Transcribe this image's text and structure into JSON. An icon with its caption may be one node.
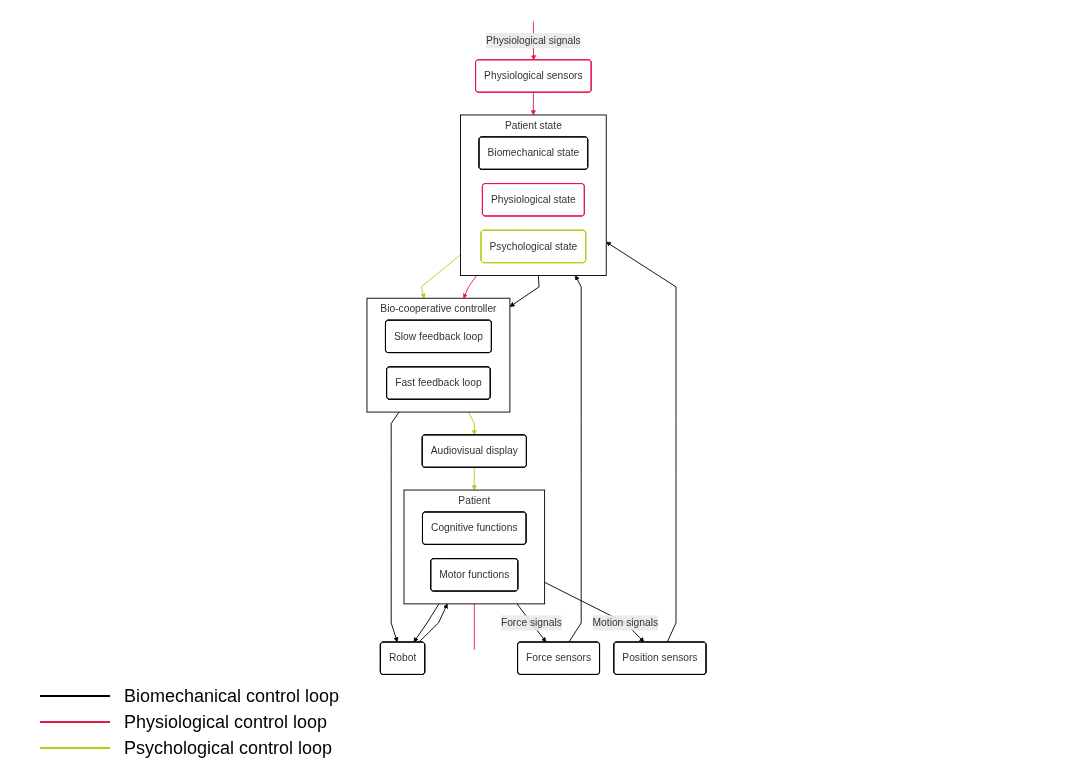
{
  "diagram": {
    "nodes": [
      {
        "text": [
          "Bio-cooperative controller"
        ]
      },
      {
        "text": [
          "Slow feedback loop"
        ],
        "in": 0
      },
      {
        "text": [
          "Fast feedback loop"
        ],
        "in": 0
      },
      {
        "text": [
          "Audiovisual display"
        ]
      },
      {
        "text": [
          "Robot"
        ]
      },
      {
        "text": [
          "Patient"
        ]
      },
      {
        "text": [
          "Cognitive functions"
        ],
        "in": 5
      },
      {
        "text": [
          "Motor functions"
        ],
        "in": 5
      },
      {
        "text": [
          "Patient state"
        ]
      },
      {
        "text": [
          "Biomechanical state"
        ],
        "in": 8
      },
      {
        "text": [
          "Physiological state"
        ],
        "in": 8
      },
      {
        "text": [
          "Psychological state"
        ],
        "in": 8
      },
      {
        "text": [
          "Force sensors"
        ]
      },
      {
        "text": [
          "Position sensors"
        ]
      },
      {
        "text": [
          "Physiological sensors"
        ]
      }
    ],
    "edges": [
      {
        "from": 0,
        "to": 3,
        "arrow": "to",
        "color": "#b5cc18"
      },
      {
        "from": 3,
        "to": 5,
        "arrow": "to",
        "color": "#b5cc18"
      },
      {
        "from": 0,
        "to": 4,
        "arrow": "to"
      },
      {
        "from": 4,
        "to": 5,
        "arrow": "to"
      },
      {
        "from": 5,
        "to": 4,
        "arrow": "to"
      },
      {
        "from": 8,
        "to": 0,
        "arrow": "to",
        "color": "#b5cc18"
      },
      {
        "from": 8,
        "to": 0,
        "arrow": "to",
        "color": "#e8174a"
      },
      {
        "from": 8,
        "to": 0,
        "arrow": "to"
      },
      {
        "from": 5,
        "to": null,
        "arrow": "none",
        "color": "#e8174a"
      },
      {
        "from": 5,
        "to": 12,
        "arrow": "to",
        "label": "Force signals"
      },
      {
        "from": 5,
        "to": 13,
        "arrow": "to",
        "label": "Motion signals"
      },
      {
        "from": null,
        "to": 14,
        "arrow": "to",
        "label": "Physiological signals",
        "color": "#e8174a"
      },
      {
        "from": 12,
        "to": 8,
        "arrow": "to"
      },
      {
        "from": 13,
        "to": 8,
        "arrow": "to"
      },
      {
        "from": 14,
        "to": 8,
        "arrow": "to",
        "color": "#e8174a"
      }
    ],
    "legend": [
      {
        "text": "Biomechanical control loop",
        "color": "#000000"
      },
      {
        "text": "Physiological control loop",
        "color": "#e8174a"
      },
      {
        "text": "Psychological control loop",
        "color": "#b5cc18"
      }
    ]
  }
}
